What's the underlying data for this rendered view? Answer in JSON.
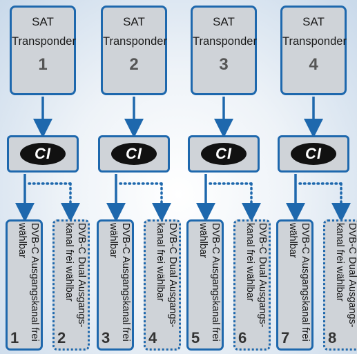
{
  "columns": [
    {
      "sat_line1": "SAT",
      "sat_line2": "Transponder",
      "sat_num": "1",
      "ci": "CI",
      "out_a": {
        "text": "DVB-C Ausgangskanal frei wählbar",
        "num": "1"
      },
      "out_b": {
        "text": "DVB-C Dual Ausgangs-kanal frei wählbar",
        "num": "2"
      }
    },
    {
      "sat_line1": "SAT",
      "sat_line2": "Transponder",
      "sat_num": "2",
      "ci": "CI",
      "out_a": {
        "text": "DVB-C Ausgangskanal frei wählbar",
        "num": "3"
      },
      "out_b": {
        "text": "DVB-C Dual Ausgangs-kanal frei wählbar",
        "num": "4"
      }
    },
    {
      "sat_line1": "SAT",
      "sat_line2": "Transponder",
      "sat_num": "3",
      "ci": "CI",
      "out_a": {
        "text": "DVB-C Ausgangskanal frei wählbar",
        "num": "5"
      },
      "out_b": {
        "text": "DVB-C Dual Ausgangs-kanal frei wählbar",
        "num": "6"
      }
    },
    {
      "sat_line1": "SAT",
      "sat_line2": "Transponder",
      "sat_num": "4",
      "ci": "CI",
      "out_a": {
        "text": "DVB-C Ausgangskanal frei wählbar",
        "num": "7"
      },
      "out_b": {
        "text": "DVB-C Dual Ausgangs-kanal frei wählbar",
        "num": "8"
      }
    }
  ],
  "colors": {
    "line": "#1e68ad",
    "box": "#cfd3d8",
    "ci_logo": "#111111"
  }
}
